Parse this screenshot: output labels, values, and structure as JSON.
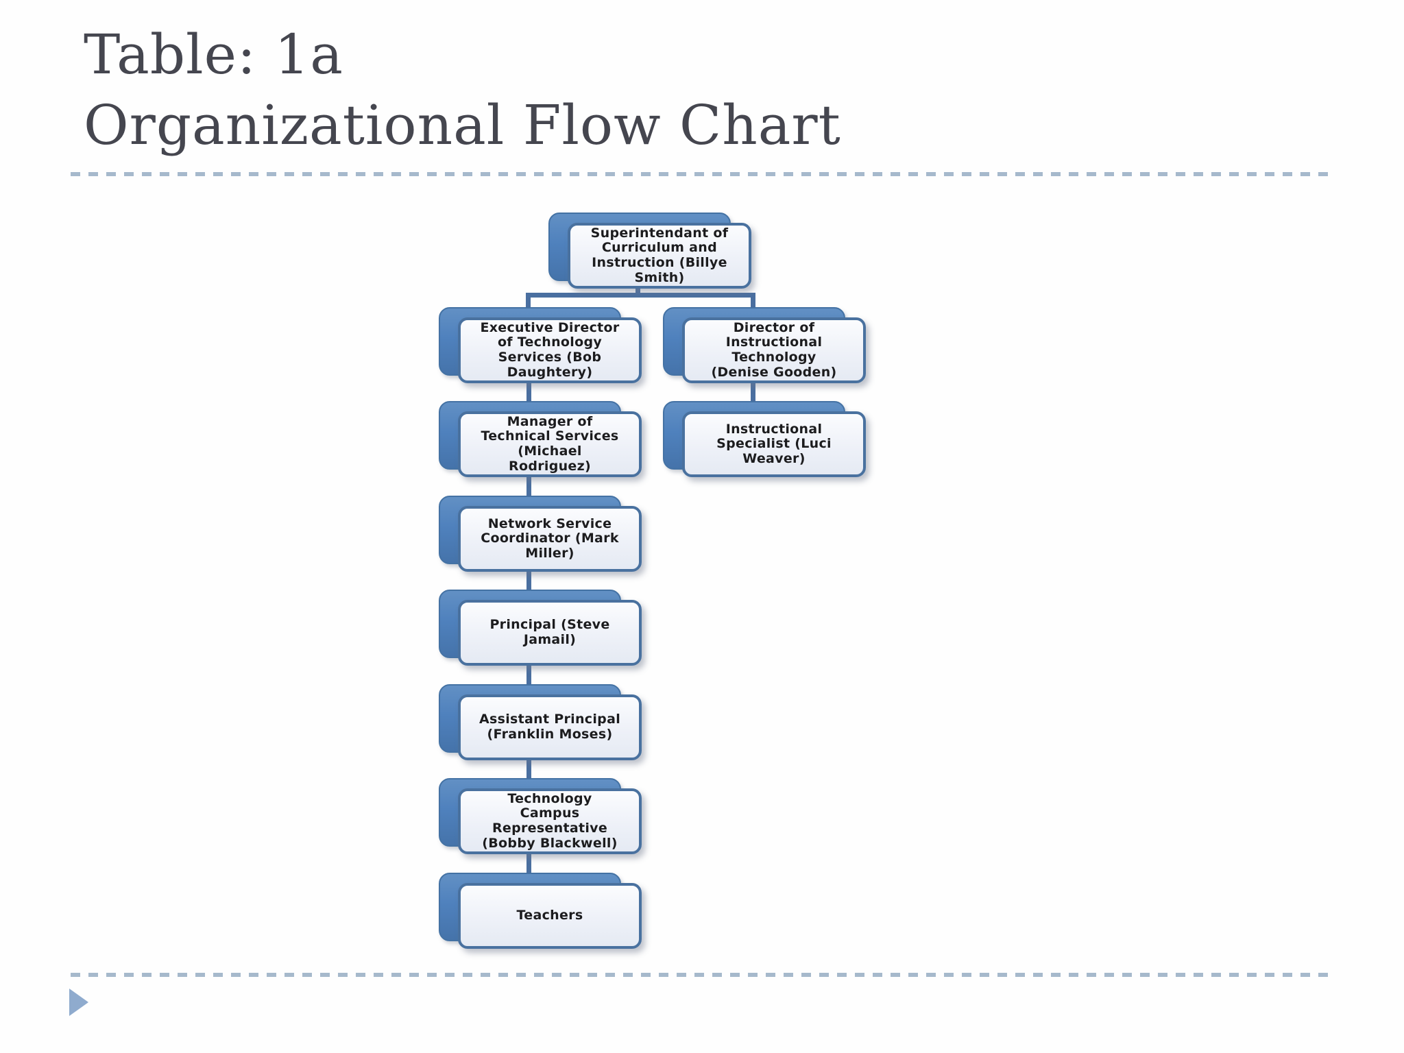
{
  "title": {
    "line1": "Table: 1a",
    "line2": "Organizational Flow Chart"
  },
  "footer": {
    "arrow_icon": "play-triangle"
  },
  "colors": {
    "node_back_fill": "#4f81bd",
    "node_face_fill": "#eef1f8",
    "node_border": "#49719f",
    "connector": "#4a6fa0",
    "title_text": "#45464f",
    "divider_dash": "#a6b9cc",
    "footer_arrow": "#8fabce"
  },
  "diagram": {
    "type": "org-flowchart",
    "nodes": [
      {
        "id": "superintendent",
        "label": "Superintendant of\nCurriculum and\nInstruction (Billye\nSmith)",
        "reports_to": null
      },
      {
        "id": "exec-director-tech-services",
        "label": "Executive Director\nof Technology\nServices (Bob\nDaughtery)",
        "reports_to": "superintendent"
      },
      {
        "id": "director-instructional-tech",
        "label": "Director of\nInstructional\nTechnology\n(Denise Gooden)",
        "reports_to": "superintendent"
      },
      {
        "id": "manager-technical-services",
        "label": "Manager of\nTechnical Services\n(Michael\nRodriguez)",
        "reports_to": "exec-director-tech-services"
      },
      {
        "id": "instructional-specialist",
        "label": "Instructional\nSpecialist (Luci\nWeaver)",
        "reports_to": "director-instructional-tech"
      },
      {
        "id": "network-service-coordinator",
        "label": "Network Service\nCoordinator (Mark\nMiller)",
        "reports_to": "manager-technical-services"
      },
      {
        "id": "principal",
        "label": "Principal (Steve\nJamail)",
        "reports_to": "network-service-coordinator"
      },
      {
        "id": "assistant-principal",
        "label": "Assistant Principal\n(Franklin Moses)",
        "reports_to": "principal"
      },
      {
        "id": "technology-campus-rep",
        "label": "Technology\nCampus\nRepresentative\n(Bobby Blackwell)",
        "reports_to": "assistant-principal"
      },
      {
        "id": "teachers",
        "label": "Teachers",
        "reports_to": "technology-campus-rep"
      }
    ]
  }
}
